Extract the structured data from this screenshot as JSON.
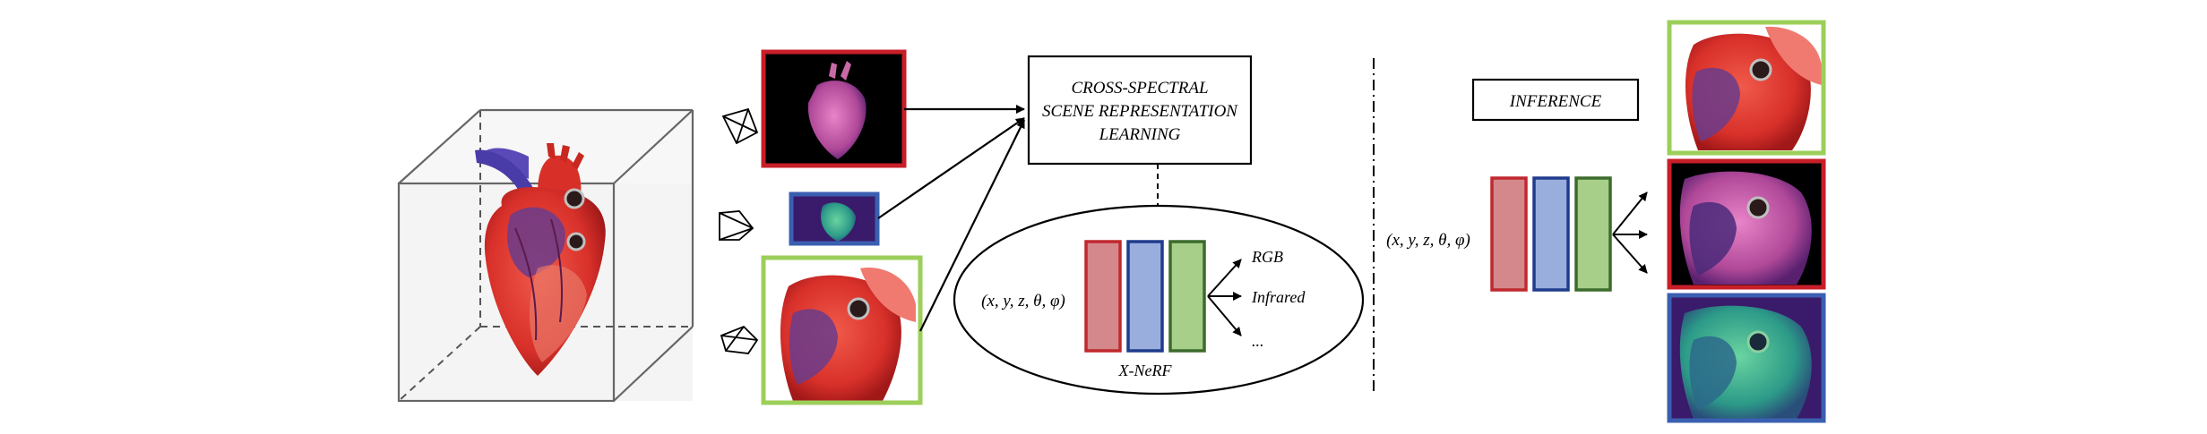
{
  "title_box": {
    "line1": "CROSS-SPECTRAL",
    "line2": "SCENE REPRESENTATION",
    "line3": "LEARNING"
  },
  "inference_label": "INFERENCE",
  "network": {
    "input_label": "(x, y, z, θ, φ)",
    "name": "X-NeRF",
    "outputs": [
      "RGB",
      "Infrared",
      "..."
    ]
  },
  "inference_input_label": "(x, y, z, θ, φ)",
  "colors": {
    "red": "#c0282e",
    "red_fill": "#d4888c",
    "blue": "#1f3c8c",
    "blue_fill": "#9aaedd",
    "green": "#3c6b2c",
    "green_fill": "#a8cf8a",
    "frame_red": "#c81e28",
    "frame_blue": "#3a5fb0",
    "frame_green": "#9ccf5a"
  }
}
